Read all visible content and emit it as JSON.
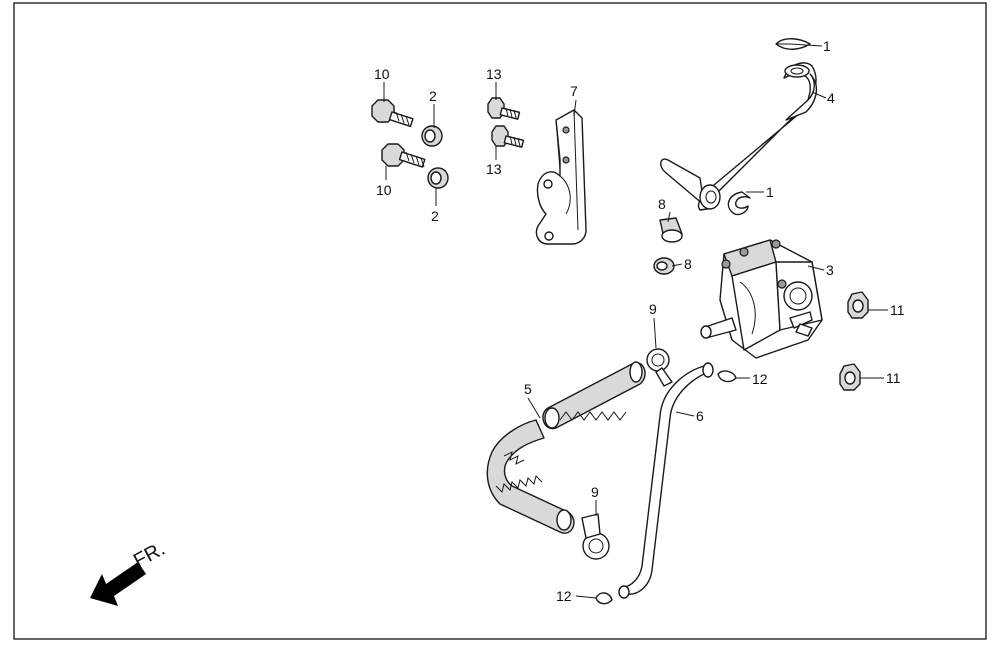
{
  "diagram": {
    "title": "",
    "direction_label": "FR.",
    "callouts": {
      "c1a": "1",
      "c1b": "1",
      "c2a": "2",
      "c2b": "2",
      "c3": "3",
      "c4": "4",
      "c5": "5",
      "c6": "6",
      "c7": "7",
      "c8a": "8",
      "c8b": "8",
      "c9a": "9",
      "c9b": "9",
      "c10a": "10",
      "c10b": "10",
      "c11a": "11",
      "c11b": "11",
      "c12a": "12",
      "c12b": "12",
      "c13a": "13",
      "c13b": "13"
    }
  }
}
